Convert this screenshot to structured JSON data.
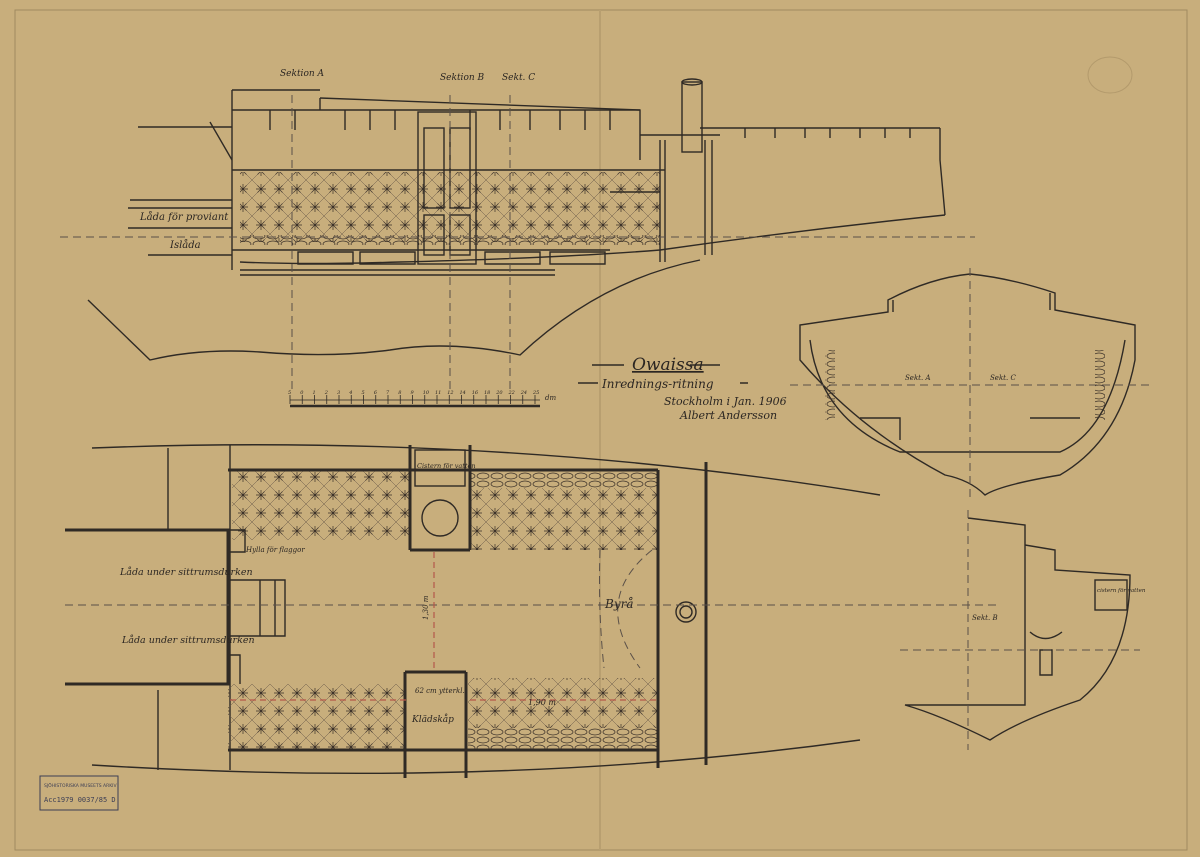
{
  "title_block": {
    "vessel_name": "Owaissa",
    "drawing_type": "Inrednings-ritning",
    "place_date": "Stockholm i Jan. 1906",
    "author": "Albert Andersson"
  },
  "elevation": {
    "section_labels": [
      "Sektion A",
      "Sektion B",
      "Sekt. C"
    ],
    "compartment_labels": [
      "Låda för proviant",
      "Islåda"
    ]
  },
  "scale_bar": {
    "ticks": [
      "5",
      "0",
      "1",
      "2",
      "3",
      "4",
      "5",
      "6",
      "7",
      "8",
      "9",
      "10",
      "11",
      "12",
      "14",
      "16",
      "18",
      "20",
      "22",
      "24",
      "25"
    ],
    "unit": "dm"
  },
  "plan": {
    "labels": {
      "locker_upper": "Låda under sittrumsdurken",
      "locker_lower": "Låda under sittrumsdurken",
      "shelf": "Hylla för flaggor",
      "cistern": "Cistern för vatten",
      "dresser": "Byrå",
      "dim_width": "1,30 m",
      "dim_door": "62 cm ytterkl.",
      "wardrobe": "Klädskåp",
      "dim_length": "1,90 m"
    }
  },
  "sections": {
    "upper_left": "Sekt. A",
    "upper_right": "Sekt. C",
    "lower": "Sekt. B",
    "lower_cistern": "cistern för vatten"
  },
  "stamp": {
    "header": "SJÖHISTORISKA MUSEETS ARKIV",
    "number": "Acc1979 0037/85 D"
  },
  "colors": {
    "paper": "#c8ae7c",
    "ink": "#2f2a25",
    "red_ink": "#b4574a"
  }
}
